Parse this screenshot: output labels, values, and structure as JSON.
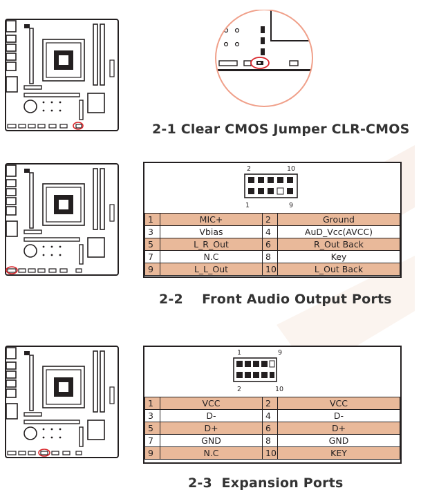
{
  "sections": [
    {
      "caption": "2-1 Clear CMOS Jumper CLR-CMOS"
    },
    {
      "caption": "2-2    Front Audio Output Ports",
      "header_labels": {
        "top_left": "2",
        "top_right": "10",
        "bottom_left": "1",
        "bottom_right": "9"
      },
      "rows": [
        {
          "n1": "1",
          "v1": "MIC+",
          "n2": "2",
          "v2": "Ground"
        },
        {
          "n1": "3",
          "v1": "Vbias",
          "n2": "4",
          "v2": "AuD_Vcc(AVCC)"
        },
        {
          "n1": "5",
          "v1": "L_R_Out",
          "n2": "6",
          "v2": "R_Out Back"
        },
        {
          "n1": "7",
          "v1": "N.C",
          "n2": "8",
          "v2": "Key"
        },
        {
          "n1": "9",
          "v1": "L_L_Out",
          "n2": "10",
          "v2": "L_Out Back"
        }
      ]
    },
    {
      "caption": "2-3  Expansion Ports",
      "header_labels": {
        "top_left": "1",
        "top_right": "9",
        "bottom_left": "2",
        "bottom_right": "10"
      },
      "rows": [
        {
          "n1": "1",
          "v1": "VCC",
          "n2": "2",
          "v2": "VCC"
        },
        {
          "n1": "3",
          "v1": "D-",
          "n2": "4",
          "v2": "D-"
        },
        {
          "n1": "5",
          "v1": "D+",
          "n2": "6",
          "v2": "D+"
        },
        {
          "n1": "7",
          "v1": "GND",
          "n2": "8",
          "v2": "GND"
        },
        {
          "n1": "9",
          "v1": "N.C",
          "n2": "10",
          "v2": "KEY"
        }
      ]
    }
  ],
  "colors": {
    "shade": "#e9b99a",
    "highlight_red": "#d9262b",
    "magnifier": "#f0a08a",
    "line": "#231f20"
  }
}
